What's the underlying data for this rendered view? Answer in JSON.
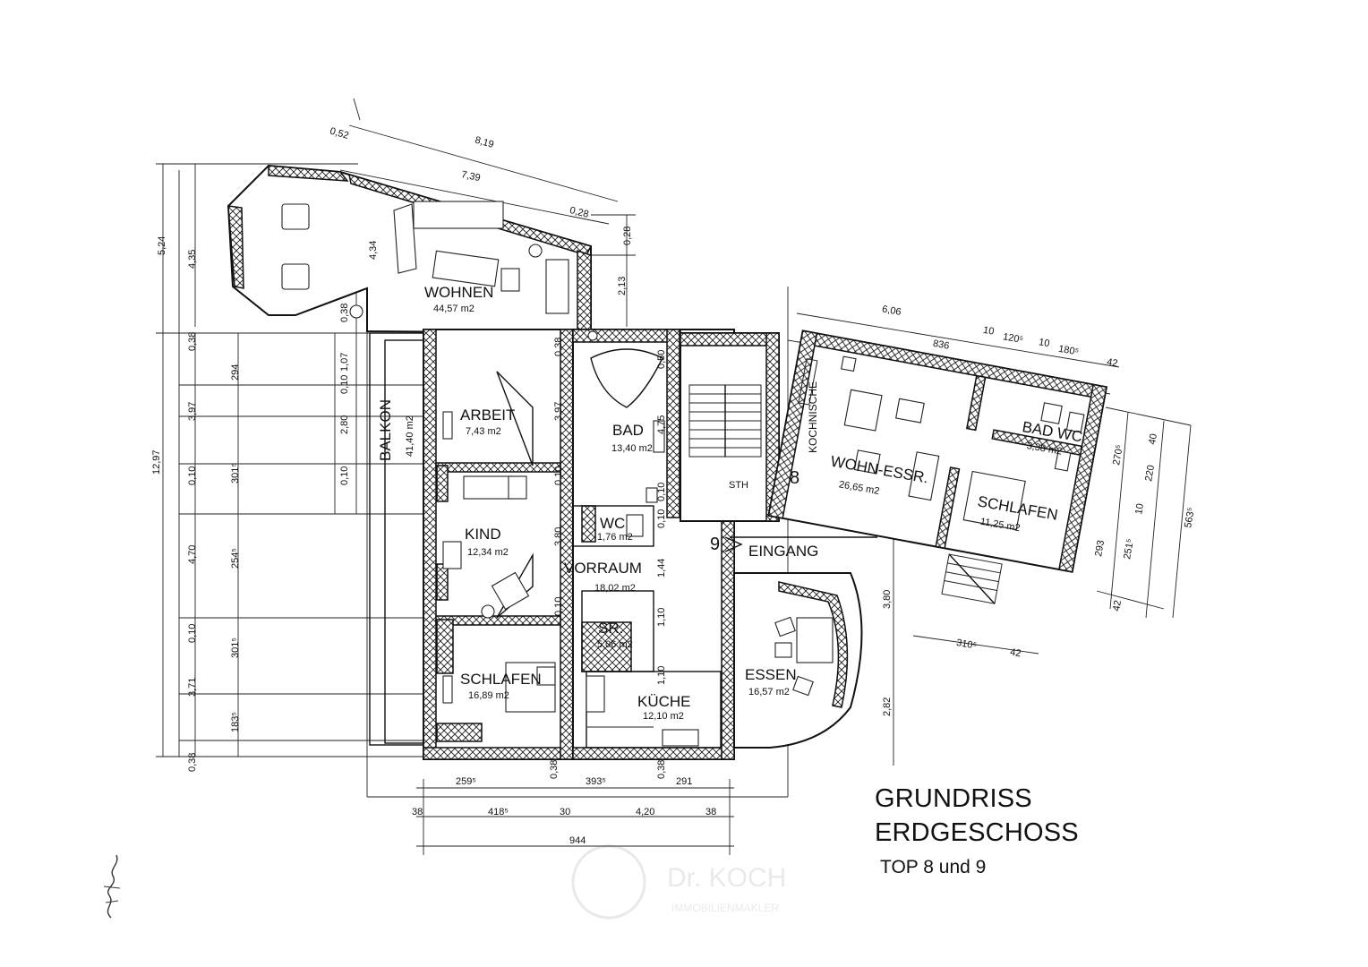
{
  "title": {
    "line1": "GRUNDRISS",
    "line2": "ERDGESCHOSS",
    "line3": "TOP  8 und 9"
  },
  "rooms": {
    "wohnen": {
      "name": "WOHNEN",
      "area": "44,57  m2"
    },
    "balkon": {
      "name": "BALKON",
      "area": "41,40  m2"
    },
    "arbeit": {
      "name": "ARBEIT",
      "area": "7,43  m2"
    },
    "kind": {
      "name": "KIND",
      "area": "12,34  m2"
    },
    "schlafen_left": {
      "name": "SCHLAFEN",
      "area": "16,89  m2"
    },
    "bad": {
      "name": "BAD",
      "area": "13,40  m2"
    },
    "wc": {
      "name": "WC",
      "area": "1,76  m2"
    },
    "vorraum": {
      "name": "VORRAUM",
      "area": "18,02  m2"
    },
    "sr": {
      "name": "SR.",
      "area": "5,06  m2"
    },
    "kueche": {
      "name": "KÜCHE",
      "area": "12,10  m2"
    },
    "essen": {
      "name": "ESSEN",
      "area": "16,57  m2"
    },
    "sth": {
      "name": "STH"
    },
    "eingang": {
      "name": "EINGANG"
    },
    "kochnische": {
      "name": "KOCHNISCHE"
    },
    "wohn_essr": {
      "name": "WOHN-ESSR.",
      "area": "26,65  m2"
    },
    "bad_wc": {
      "name": "BAD WC",
      "area": "3,38  m2"
    },
    "schlafen_right": {
      "name": "SCHLAFEN",
      "area": "11,25  m2"
    }
  },
  "unit_numbers": {
    "top8": "8",
    "top9": "9"
  },
  "dimensions": {
    "top": {
      "d1": "0,52",
      "d2": "8,19",
      "d3": "7,39",
      "d4": "0,28",
      "d5": "0,28"
    },
    "left": {
      "d524": "5,24",
      "d435": "4,35",
      "d434": "4,34",
      "d038a": "0,38",
      "d038b": "0,38",
      "d107": "1,07",
      "d010a": "0,10",
      "d294": "294",
      "d397a": "3,97",
      "d280": "2,80",
      "d010b": "0,10",
      "d3015a": "301⁵",
      "d1297": "12,97",
      "d470": "4,70",
      "d2545": "254⁵",
      "d010c": "0,10",
      "d3015b": "301⁵",
      "d371": "3,71",
      "d1835": "183⁵",
      "d038c": "0,38"
    },
    "inner": {
      "d213": "2,13",
      "d038d": "0,38",
      "d397b": "3,97",
      "d010d": "0,10",
      "d380a": "3,80",
      "d010e": "0,10",
      "d050": "0,50",
      "d475": "4,75",
      "d0010": "0,10",
      "d0010b": "0,10",
      "d144": "1,44",
      "d110a": "1,10",
      "d110b": "1,10",
      "d380b": "3,80",
      "d282": "2,82"
    },
    "bottom": {
      "d2595": "259⁵",
      "d3935": "393⁵",
      "d291": "291",
      "d038e": "0,38",
      "d038f": "0,38",
      "d38a": "38",
      "d4185": "418⁵",
      "d30": "30",
      "d420": "4,20",
      "d38b": "38",
      "d944": "944"
    },
    "right": {
      "d606": "6,06",
      "d836": "836",
      "d10a": "10",
      "d1205": "120⁵",
      "d10b": "10",
      "d1805": "180⁵",
      "d42a": "42",
      "d2705": "270⁵",
      "d40": "40",
      "d220": "220",
      "d10c": "10",
      "d5635": "563⁵",
      "d293": "293",
      "d2515": "251⁵",
      "d42b": "42",
      "d3105": "310⁵",
      "d42c": "42"
    }
  },
  "watermark": {
    "line1": "Dr. KOCH",
    "line2": "IMMOBILIENMAKLER"
  }
}
